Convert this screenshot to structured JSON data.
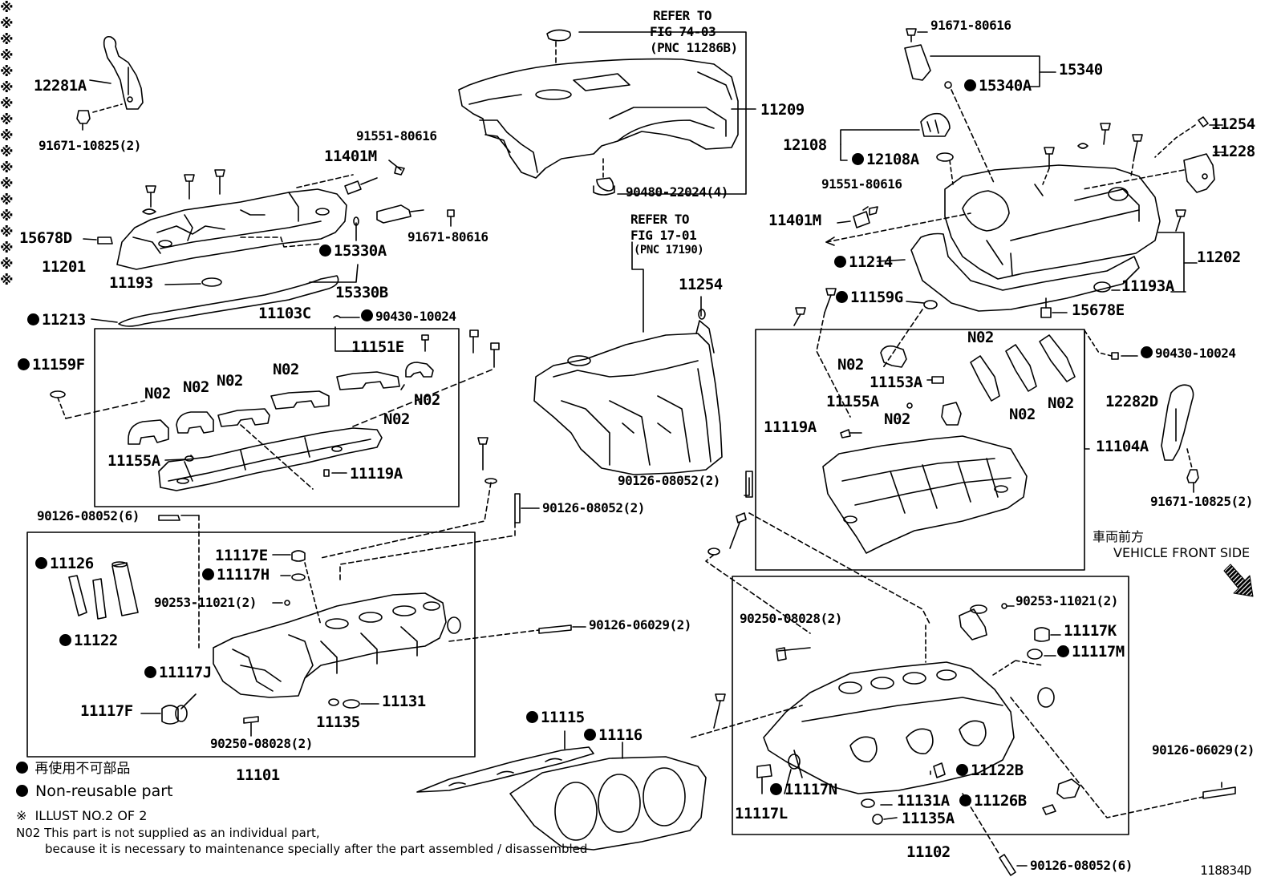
{
  "parts": {
    "p12281A": "12281A",
    "p91671_10825_2_L": "91671-10825(2)",
    "p91551_80616_L": "91551-80616",
    "p11401M_L": "11401M",
    "p15678D": "15678D",
    "p11201": "11201",
    "p11193": "11193",
    "p15330A": "15330A",
    "p91671_80616_L": "91671-80616",
    "p15330B": "15330B",
    "p11213": "11213",
    "p11103C": "11103C",
    "p90430_10024_L": "90430-10024",
    "p11151E": "11151E",
    "p11159F": "11159F",
    "p11155A_L": "11155A",
    "p11119A_L": "11119A",
    "p90126_08052_6_L": "90126-08052(6)",
    "p90126_08052_2_M": "90126-08052(2)",
    "p11126": "11126",
    "p11122": "11122",
    "p11117E": "11117E",
    "p11117H": "11117H",
    "p90253_11021_2_L": "90253-11021(2)",
    "p90126_06029_2_M": "90126-06029(2)",
    "p11117J": "11117J",
    "p11117F": "11117F",
    "p11131": "11131",
    "p11135": "11135",
    "p90250_08028_2_L": "90250-08028(2)",
    "p11101": "11101",
    "p11115": "11115",
    "p11116": "11116",
    "p11209": "11209",
    "p90480_22024_4": "90480-22024(4)",
    "p11254_M": "11254",
    "p90126_08052_2_C": "90126-08052(2)",
    "p91671_80616_R": "91671-80616",
    "p15340": "15340",
    "p15340A": "15340A",
    "p12108": "12108",
    "p12108A": "12108A",
    "p11254_R": "11254",
    "p11228": "11228",
    "p91551_80616_R": "91551-80616",
    "p11401M_R": "11401M",
    "p11214": "11214",
    "p11202": "11202",
    "p11193A": "11193A",
    "p11159G": "11159G",
    "p15678E": "15678E",
    "p90430_10024_R": "90430-10024",
    "p11153A": "11153A",
    "p11155A_R": "11155A",
    "p11119A_R": "11119A",
    "p12282D": "12282D",
    "p11104A": "11104A",
    "p91671_10825_2_R": "91671-10825(2)",
    "p90253_11021_2_R": "90253-11021(2)",
    "p90250_08028_2_R": "90250-08028(2)",
    "p11117K": "11117K",
    "p11117M": "11117M",
    "p11122B": "11122B",
    "p11117N": "11117N",
    "p11117L": "11117L",
    "p11131A": "11131A",
    "p11135A": "11135A",
    "p11126B": "11126B",
    "p11102": "11102",
    "p90126_06029_2_R": "90126-06029(2)",
    "p90126_08052_6_R": "90126-08052(6)",
    "n02": "N02"
  },
  "refs": {
    "fig74_line1": "REFER TO",
    "fig74_line2": "FIG 74-03",
    "fig74_line3": "(PNC 11286B)",
    "fig17_line1": "REFER TO",
    "fig17_line2": "FIG 17-01",
    "fig17_line3": "(PNC 17190)"
  },
  "legend": {
    "nonreusable_jp": "再使用不可部品",
    "nonreusable_en": "Non-reusable part",
    "ast_symbol": "※",
    "illust_note": "ILLUST NO.2 OF 2",
    "n02_note_1": "N02 This part is not supplied as an individual part,",
    "n02_note_2": "because it is necessary to maintenance specially after the part assembled / disassembled",
    "vehicle_front_jp": "車両前方",
    "vehicle_front_en": "VEHICLE FRONT SIDE"
  },
  "figure_id": "118834D"
}
